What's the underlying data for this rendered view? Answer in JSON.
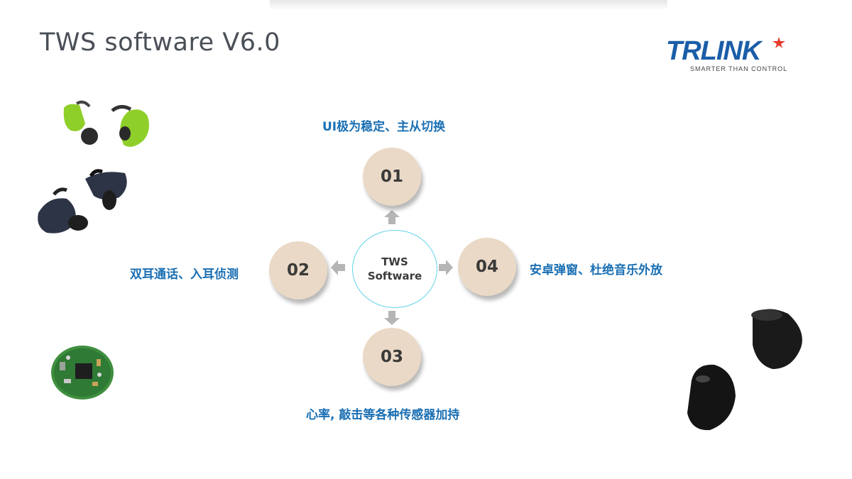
{
  "title": "TWS software V6.0",
  "logo": {
    "main": "TRLINK",
    "tagline": "SMARTER THAN CONTROL",
    "color": "#1b5ea8"
  },
  "center": {
    "line1": "TWS",
    "line2": "Software",
    "border_color": "#63d3ea"
  },
  "items": [
    {
      "number": "01",
      "label": "UI极为稳定、主从切换"
    },
    {
      "number": "02",
      "label": "双耳通话、入耳侦测"
    },
    {
      "number": "03",
      "label": "心率, 敲击等各种传感器加持"
    },
    {
      "number": "04",
      "label": "安卓弹窗、杜绝音乐外放"
    }
  ],
  "colors": {
    "circle_fill": "#ead9c6",
    "label_text": "#1a6fb3",
    "arrow": "#b5b5b5"
  },
  "icons": [
    "green-earbuds-image",
    "navy-earbuds-image",
    "pcb-board-image",
    "black-earbuds-image",
    "star-icon"
  ]
}
